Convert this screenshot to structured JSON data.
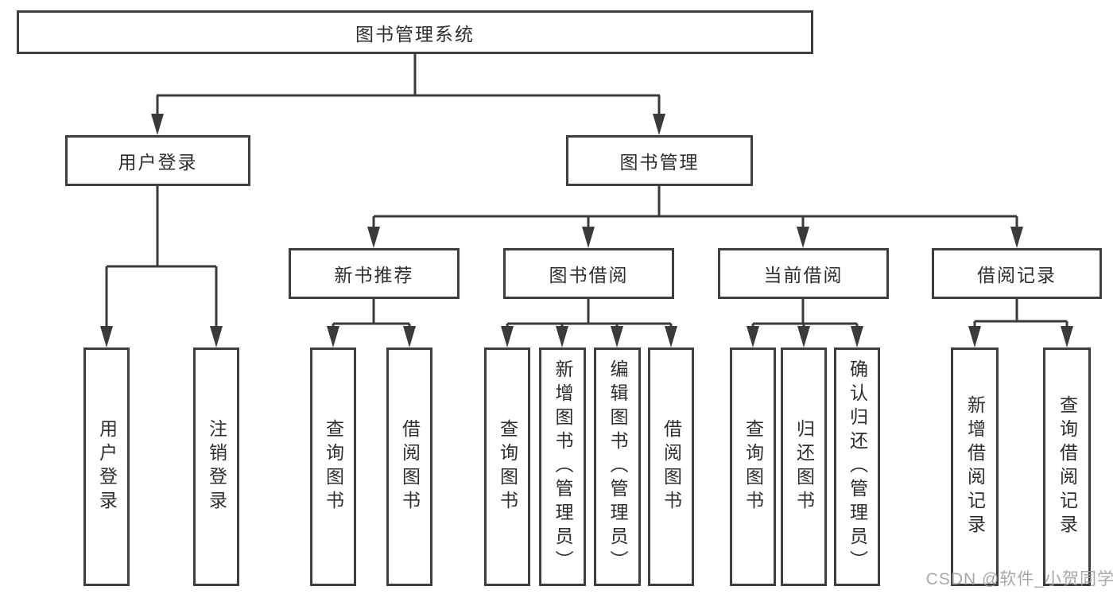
{
  "tree": {
    "label": "图书管理系统",
    "children": [
      {
        "label": "用户登录",
        "children": [
          {
            "label": "用户登录"
          },
          {
            "label": "注销登录"
          }
        ]
      },
      {
        "label": "图书管理",
        "children": [
          {
            "label": "新书推荐",
            "children": [
              {
                "label": "查询图书"
              },
              {
                "label": "借阅图书"
              }
            ]
          },
          {
            "label": "图书借阅",
            "children": [
              {
                "label": "查询图书"
              },
              {
                "label": "新增图书（管理员）"
              },
              {
                "label": "编辑图书（管理员）"
              },
              {
                "label": "借阅图书"
              }
            ]
          },
          {
            "label": "当前借阅",
            "children": [
              {
                "label": "查询图书"
              },
              {
                "label": "归还图书"
              },
              {
                "label": "确认归还（管理员）"
              }
            ]
          },
          {
            "label": "借阅记录",
            "children": [
              {
                "label": "新增借阅记录"
              },
              {
                "label": "查询借阅记录"
              }
            ]
          }
        ]
      }
    ]
  },
  "watermark": "CSDN @软件_小贺同学",
  "colors": {
    "line": "#3a3a3a",
    "box_border": "#3e3e3e",
    "text": "#2e2e2e",
    "watermark": "#9e9e9e",
    "background": "#ffffff"
  }
}
